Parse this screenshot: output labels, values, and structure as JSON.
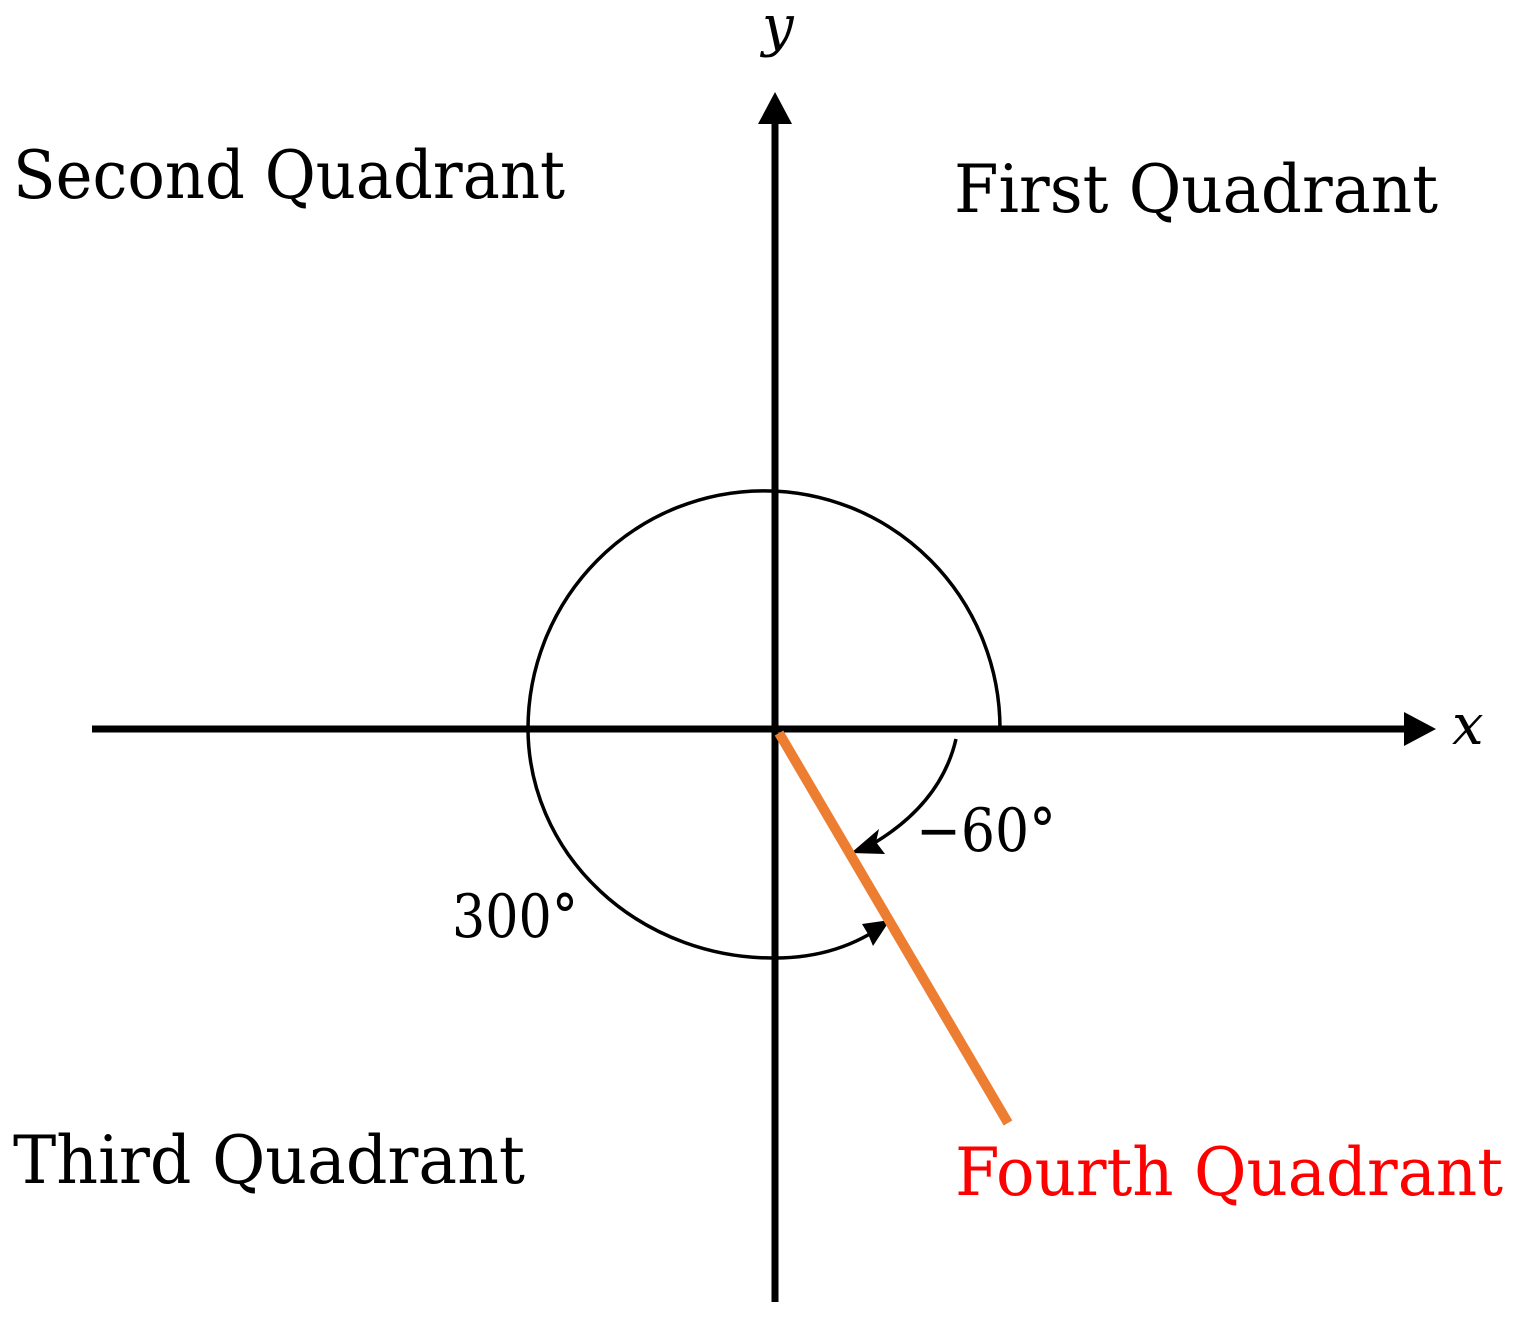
{
  "axes": {
    "x_label": "x",
    "y_label": "y"
  },
  "quadrants": {
    "first": "First Quadrant",
    "second": "Second Quadrant",
    "third": "Third Quadrant",
    "fourth": "Fourth Quadrant"
  },
  "angles": {
    "positive_label": "300°",
    "negative_label": "−60°",
    "positive_value_deg": 300,
    "negative_value_deg": -60
  },
  "colors": {
    "terminal_side": "#ED7D31",
    "fourth_quadrant_label": "#FF0000",
    "axes": "#000000"
  }
}
